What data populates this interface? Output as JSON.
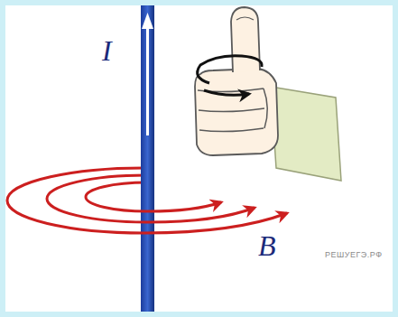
{
  "diagram": {
    "labels": [
      "I",
      "B",
      "РЕШУЕГЭ.РФ"
    ]
  }
}
